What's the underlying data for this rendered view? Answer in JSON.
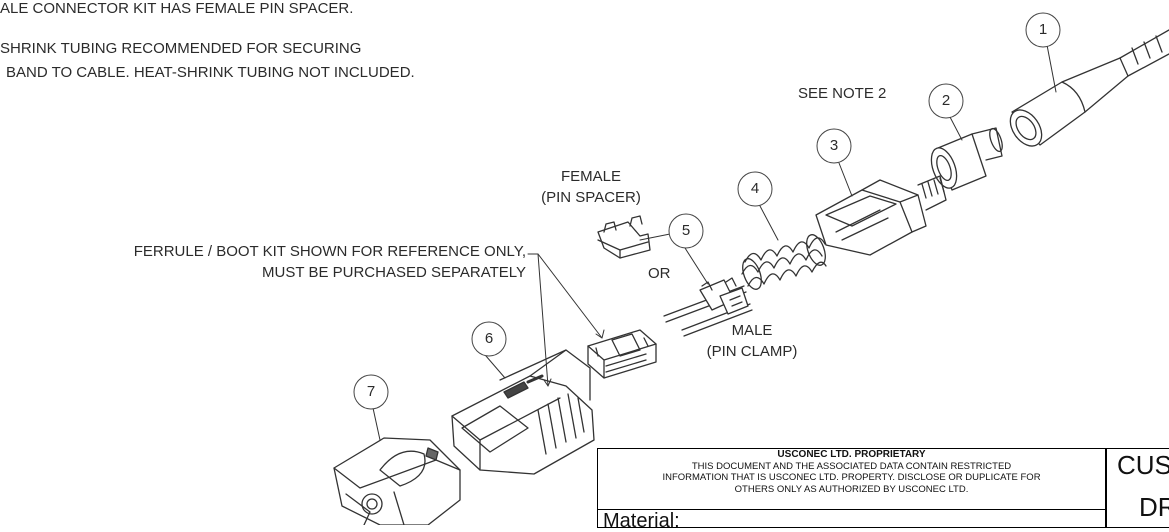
{
  "notes": {
    "line1": "ALE CONNECTOR KIT HAS FEMALE PIN SPACER.",
    "line2": "SHRINK TUBING RECOMMENDED FOR SECURING",
    "line3": "BAND TO CABLE.  HEAT-SHRINK TUBING NOT INCLUDED."
  },
  "labels": {
    "see_note": "SEE NOTE 2",
    "female_1": "FEMALE",
    "female_2": "(PIN SPACER)",
    "ferrule_1": "FERRULE / BOOT KIT SHOWN FOR REFERENCE ONLY,",
    "ferrule_2": "MUST BE PURCHASED SEPARATELY",
    "or": "OR",
    "male_1": "MALE",
    "male_2": "(PIN CLAMP)"
  },
  "balloons": [
    "1",
    "2",
    "3",
    "4",
    "5",
    "6",
    "7"
  ],
  "title_block": {
    "title": "USCONEC LTD. PROPRIETARY",
    "line1": "THIS DOCUMENT AND THE ASSOCIATED DATA CONTAIN RESTRICTED",
    "line2": "INFORMATION THAT IS USCONEC LTD. PROPERTY. DISCLOSE OR DUPLICATE FOR",
    "line3": "OTHERS ONLY AS AUTHORIZED BY USCONEC LTD.",
    "material_label": "Material:",
    "side_text_1": "CUS",
    "side_text_2": "DR"
  }
}
